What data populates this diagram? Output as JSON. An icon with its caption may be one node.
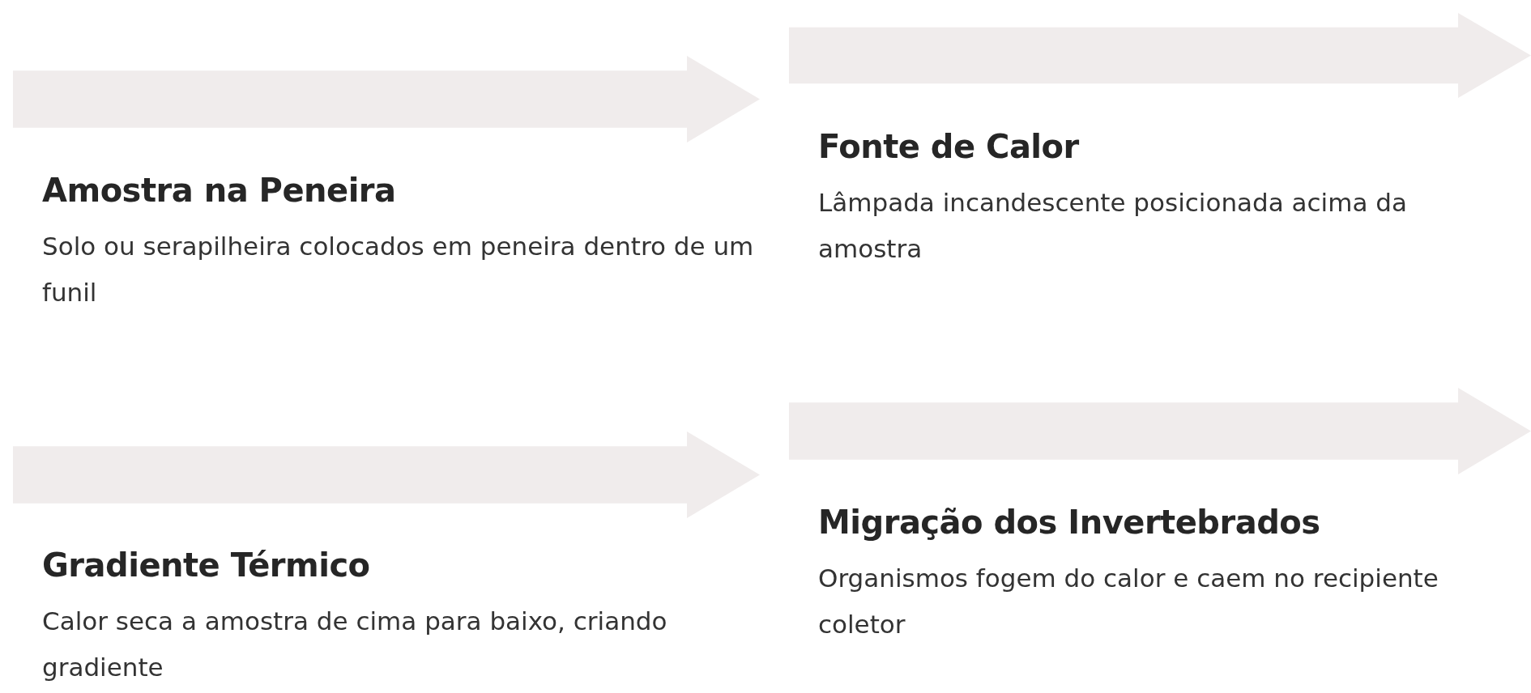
{
  "diagram": {
    "nodes": [
      {
        "text": [
          "Amostra na Peneira",
          "Solo ou serapilheira colocados em peneira dentro de um funil"
        ]
      },
      {
        "text": [
          "Fonte de Calor",
          "Lâmpada incandescente posicionada acima da amostra"
        ]
      },
      {
        "text": [
          "Gradiente Térmico",
          "Calor seca a amostra de cima para baixo, criando gradiente"
        ]
      },
      {
        "text": [
          "Migração dos Invertebrados",
          "Organismos fogem do calor e caem no recipiente coletor"
        ]
      }
    ]
  }
}
